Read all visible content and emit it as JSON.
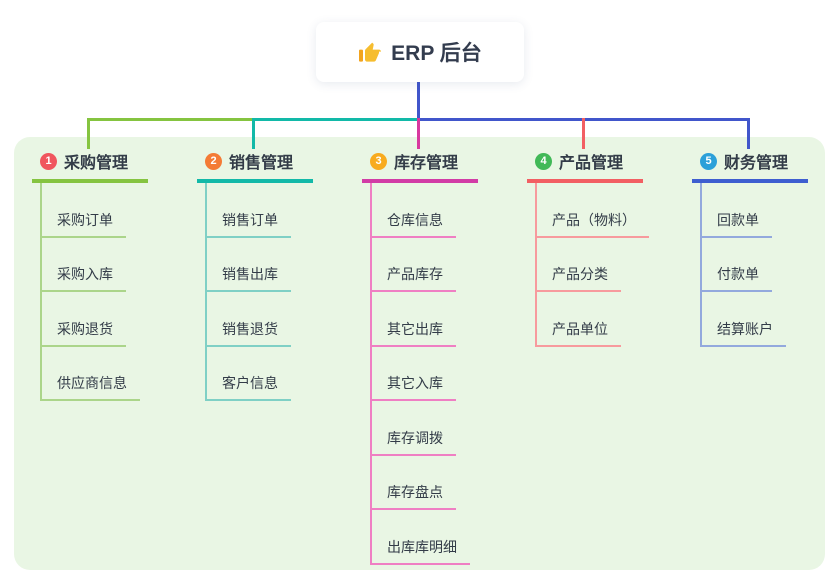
{
  "root": {
    "title": "ERP 后台",
    "icon": "thumbs-up",
    "icon_color": "#f6bd2f",
    "icon_cuff_color": "#f2a41f"
  },
  "panel": {
    "background": "#e9f6e4"
  },
  "connectors": {
    "stem_color": "#4156cb",
    "segments": [
      {
        "name": "left-green",
        "color": "#85c440"
      },
      {
        "name": "mid-teal",
        "color": "#12b9a8"
      },
      {
        "name": "right-blue",
        "color": "#4156cb"
      }
    ]
  },
  "branches": [
    {
      "num": "1",
      "title": "采购管理",
      "badge_color": "#f0565e",
      "line_color": "#85c440",
      "child_line_color": "#abd58a",
      "drop_color": "#85c440",
      "children": [
        "采购订单",
        "采购入库",
        "采购退货",
        "供应商信息"
      ]
    },
    {
      "num": "2",
      "title": "销售管理",
      "badge_color": "#f47b35",
      "line_color": "#12b9a8",
      "child_line_color": "#7fd0c5",
      "drop_color": "#12b9a8",
      "children": [
        "销售订单",
        "销售出库",
        "销售退货",
        "客户信息"
      ]
    },
    {
      "num": "3",
      "title": "库存管理",
      "badge_color": "#f8ab1e",
      "line_color": "#d23ca6",
      "child_line_color": "#ef7fc3",
      "drop_color": "#d8389f",
      "children": [
        "仓库信息",
        "产品库存",
        "其它出库",
        "其它入库",
        "库存调拨",
        "库存盘点",
        "出库库明细"
      ]
    },
    {
      "num": "4",
      "title": "产品管理",
      "badge_color": "#41b957",
      "line_color": "#f25f63",
      "child_line_color": "#f79a9d",
      "drop_color": "#f25f63",
      "children": [
        "产品（物料）",
        "产品分类",
        "产品单位"
      ]
    },
    {
      "num": "5",
      "title": "财务管理",
      "badge_color": "#2ba0d9",
      "line_color": "#3e5ed0",
      "child_line_color": "#93a9dd",
      "drop_color": "#4156cb",
      "children": [
        "回款单",
        "付款单",
        "结算账户"
      ]
    }
  ]
}
